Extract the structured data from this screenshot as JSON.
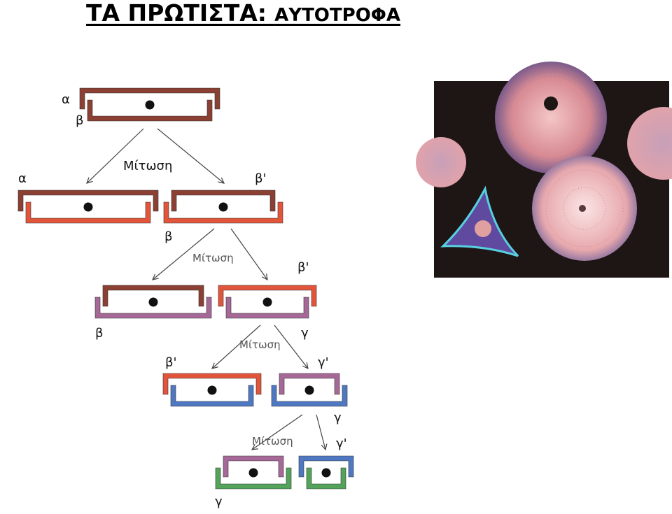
{
  "title": {
    "main": "ΤΑ ΠΡΩΤΙΣΤΑ:",
    "sub": "ΑΥΤΟΤΡΟΦΑ"
  },
  "diagram": {
    "labels": {
      "a1": "α",
      "b1": "β",
      "a2": "α",
      "bp2": "β'",
      "b2": "β",
      "bp3": "β'",
      "b3": "β",
      "g3": "γ",
      "bp4": "β'",
      "gp4": "γ'",
      "g4": "γ",
      "gp5": "γ'",
      "g5": "γ"
    },
    "mitosis": [
      "Μίτωση",
      "Μίτωση",
      "Μίτωση",
      "Μίτωση"
    ]
  },
  "photo": {
    "subject": "diatoms-micrograph"
  },
  "colors": {
    "brown": "#8b4033",
    "orange": "#e2553a",
    "purple": "#a66896",
    "blue": "#4f78c2",
    "green": "#53a35a",
    "photo_bg": "#1d1614"
  }
}
